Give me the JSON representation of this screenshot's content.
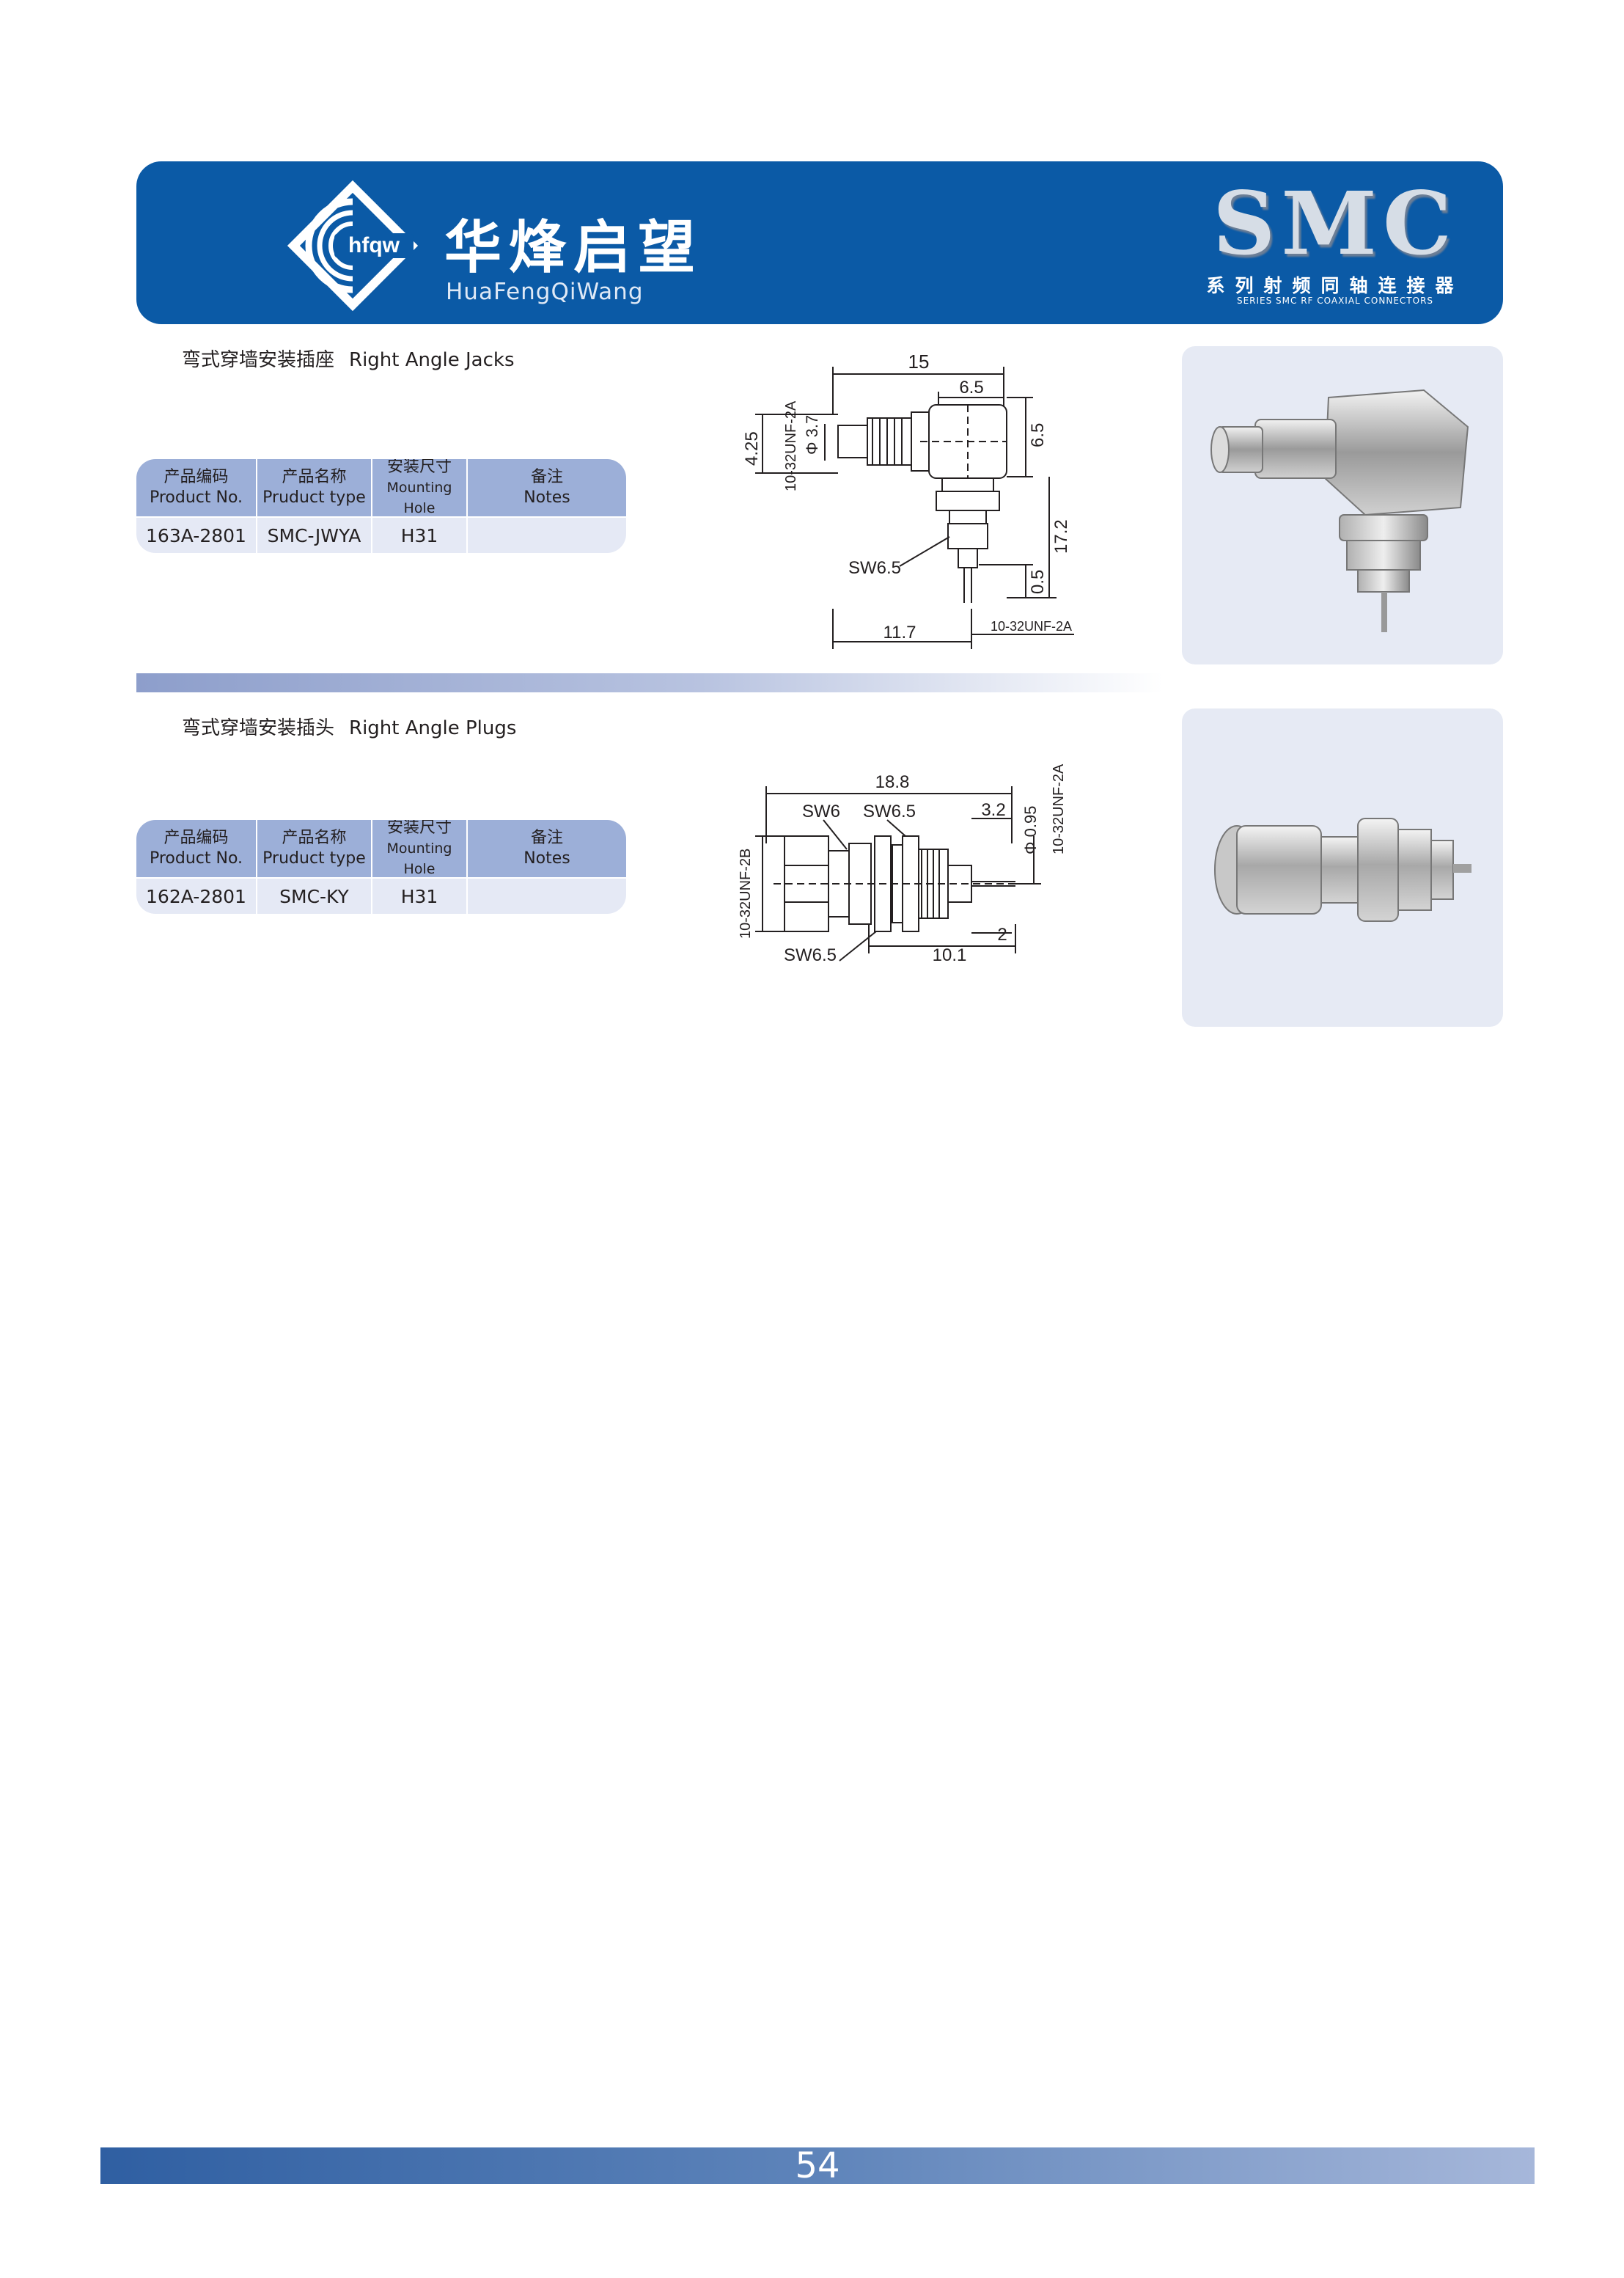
{
  "header": {
    "logo_text": "hfqw",
    "brand_cn": "华烽启望",
    "brand_en": "HuaFengQiWang",
    "series_title": "SMC",
    "series_cn": "系列射频同轴连接器",
    "series_en": "SERIES SMC RF COAXIAL CONNECTORS"
  },
  "table_headers": {
    "product_no_cn": "产品编码",
    "product_no_en": "Product No.",
    "type_cn": "产品名称",
    "type_en": "Pruduct type",
    "mounting_cn": "安装尺寸",
    "mounting_en": "Mounting Hole",
    "notes_cn": "备注",
    "notes_en": "Notes"
  },
  "sections": [
    {
      "title_cn": "弯式穿墙安装插座",
      "title_en": "Right Angle Jacks",
      "row": {
        "product_no": "163A-2801",
        "type": "SMC-JWYA",
        "mounting": "H31",
        "notes": ""
      },
      "drawing": {
        "d_15": "15",
        "d_6_5a": "6.5",
        "d_6_5b": "6.5",
        "d_phi37": "Φ 3.7",
        "d_thread1": "10-32UNF-2A",
        "d_425": "4.25",
        "d_172": "17.2",
        "d_sw65": "SW6.5",
        "d_05": "0.5",
        "d_117": "11.7",
        "d_thread2": "10-32UNF-2A"
      }
    },
    {
      "title_cn": "弯式穿墙安装插头",
      "title_en": "Right Angle Plugs",
      "row": {
        "product_no": "162A-2801",
        "type": "SMC-KY",
        "mounting": "H31",
        "notes": ""
      },
      "drawing": {
        "d_188": "18.8",
        "d_sw6": "SW6",
        "d_sw65a": "SW6.5",
        "d_32": "3.2",
        "d_phi095": "Φ 0.95",
        "d_thread_a": "10-32UNF-2A",
        "d_thread_b": "10-32UNF-2B",
        "d_sw65b": "SW6.5",
        "d_101": "10.1",
        "d_2": "2"
      }
    }
  ],
  "footer": {
    "page_number": "54"
  },
  "colors": {
    "banner": "#0b5aa6",
    "table_header": "#9cafd8",
    "table_row": "#e5e9f5",
    "photo_bg": "#e6eaf4"
  }
}
